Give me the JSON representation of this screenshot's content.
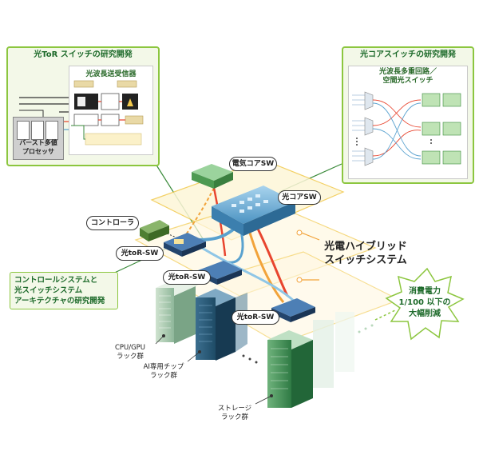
{
  "panels": {
    "tor": {
      "title": "光ToR スイッチの研究開発",
      "transceiver_title": "光波長送受信器",
      "processor_label": "バースト多値\nプロセッサ"
    },
    "core": {
      "title": "光コアスイッチの研究開発",
      "subtitle": "光波長多重回路／\n空間光スイッチ"
    }
  },
  "devices": {
    "electric_core": "電気コアSW",
    "optical_core": "光コアSW",
    "controller": "コントローラ",
    "tor_1": "光toR-SW",
    "tor_2": "光toR-SW",
    "tor_3": "光toR-SW"
  },
  "system_label": "光電ハイブリッド\nスイッチシステム",
  "control_callout": "コントロールシステムと\n光スイッチシステム\nアーキテクチャの研究開発",
  "racks": {
    "cpu_gpu": "CPU/GPU\nラック群",
    "ai_chip": "AI専用チップ\nラック群",
    "storage": "ストレージ\nラック群"
  },
  "burst": {
    "text": "消費電力\n1/100 以下の\n大幅削減"
  },
  "colors": {
    "panel_border": "#8cc63f",
    "panel_bg": "#f3f8e8",
    "title_green": "#1d6a2a",
    "tor_blue": "#2a5d99",
    "core_blue": "#5aa2cf",
    "electric_green": "#58a55c",
    "red_link": "#e8452f",
    "orange_link": "#f2a33a"
  }
}
